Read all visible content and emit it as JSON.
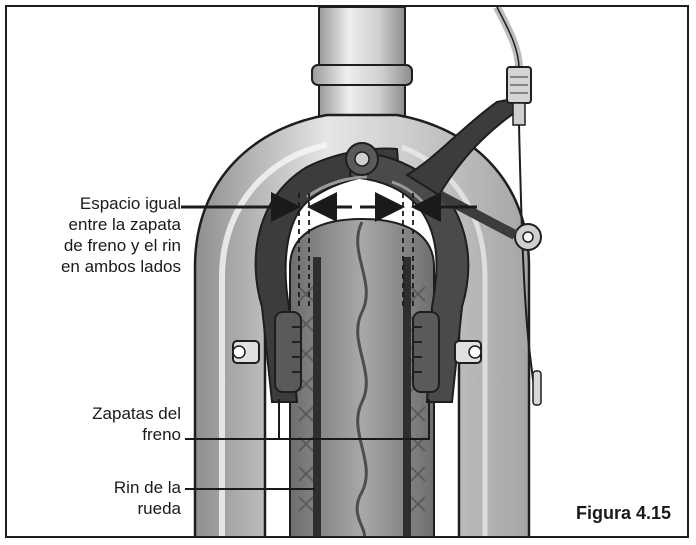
{
  "labels": {
    "gap": "Espacio igual entre la zapata de freno y el rin en ambos lados",
    "gap_lines": [
      "Espacio igual",
      "entre la zapata",
      "de freno y el rin",
      "en ambos lados"
    ],
    "pads_lines": [
      "Zapatas del",
      "freno"
    ],
    "rim_lines": [
      "Rin de la",
      "rueda"
    ]
  },
  "figure_caption": "Figura 4.15",
  "colors": {
    "caliper": "#3c3c3c",
    "fork": "#d9d9d9",
    "tire": "#8a8a8a",
    "rim_stripe": "#2e2e2e",
    "outline": "#1e1e1e"
  }
}
